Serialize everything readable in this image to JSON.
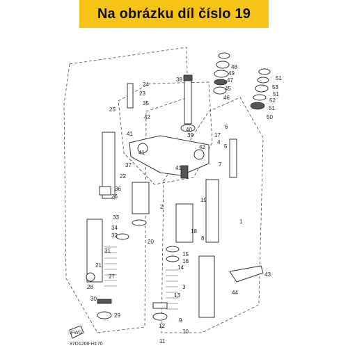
{
  "header": {
    "title": "Na obrázku díl číslo 19"
  },
  "diagram": {
    "code": "37D1200-H170",
    "fwd_label": "FWD",
    "callouts": [
      "1",
      "2",
      "3",
      "4",
      "5",
      "6",
      "7",
      "8",
      "9",
      "10",
      "11",
      "12",
      "13",
      "14",
      "15",
      "16",
      "17",
      "18",
      "19",
      "20",
      "21",
      "22",
      "23",
      "24",
      "25",
      "26",
      "27",
      "28",
      "29",
      "30",
      "31",
      "32",
      "33",
      "34",
      "35",
      "36",
      "37",
      "38",
      "39",
      "40",
      "41",
      "41",
      "41",
      "42",
      "42",
      "43",
      "44",
      "45",
      "46",
      "47",
      "48",
      "49",
      "50",
      "51",
      "51",
      "51",
      "52",
      "53"
    ],
    "highlighted_part": "19"
  }
}
